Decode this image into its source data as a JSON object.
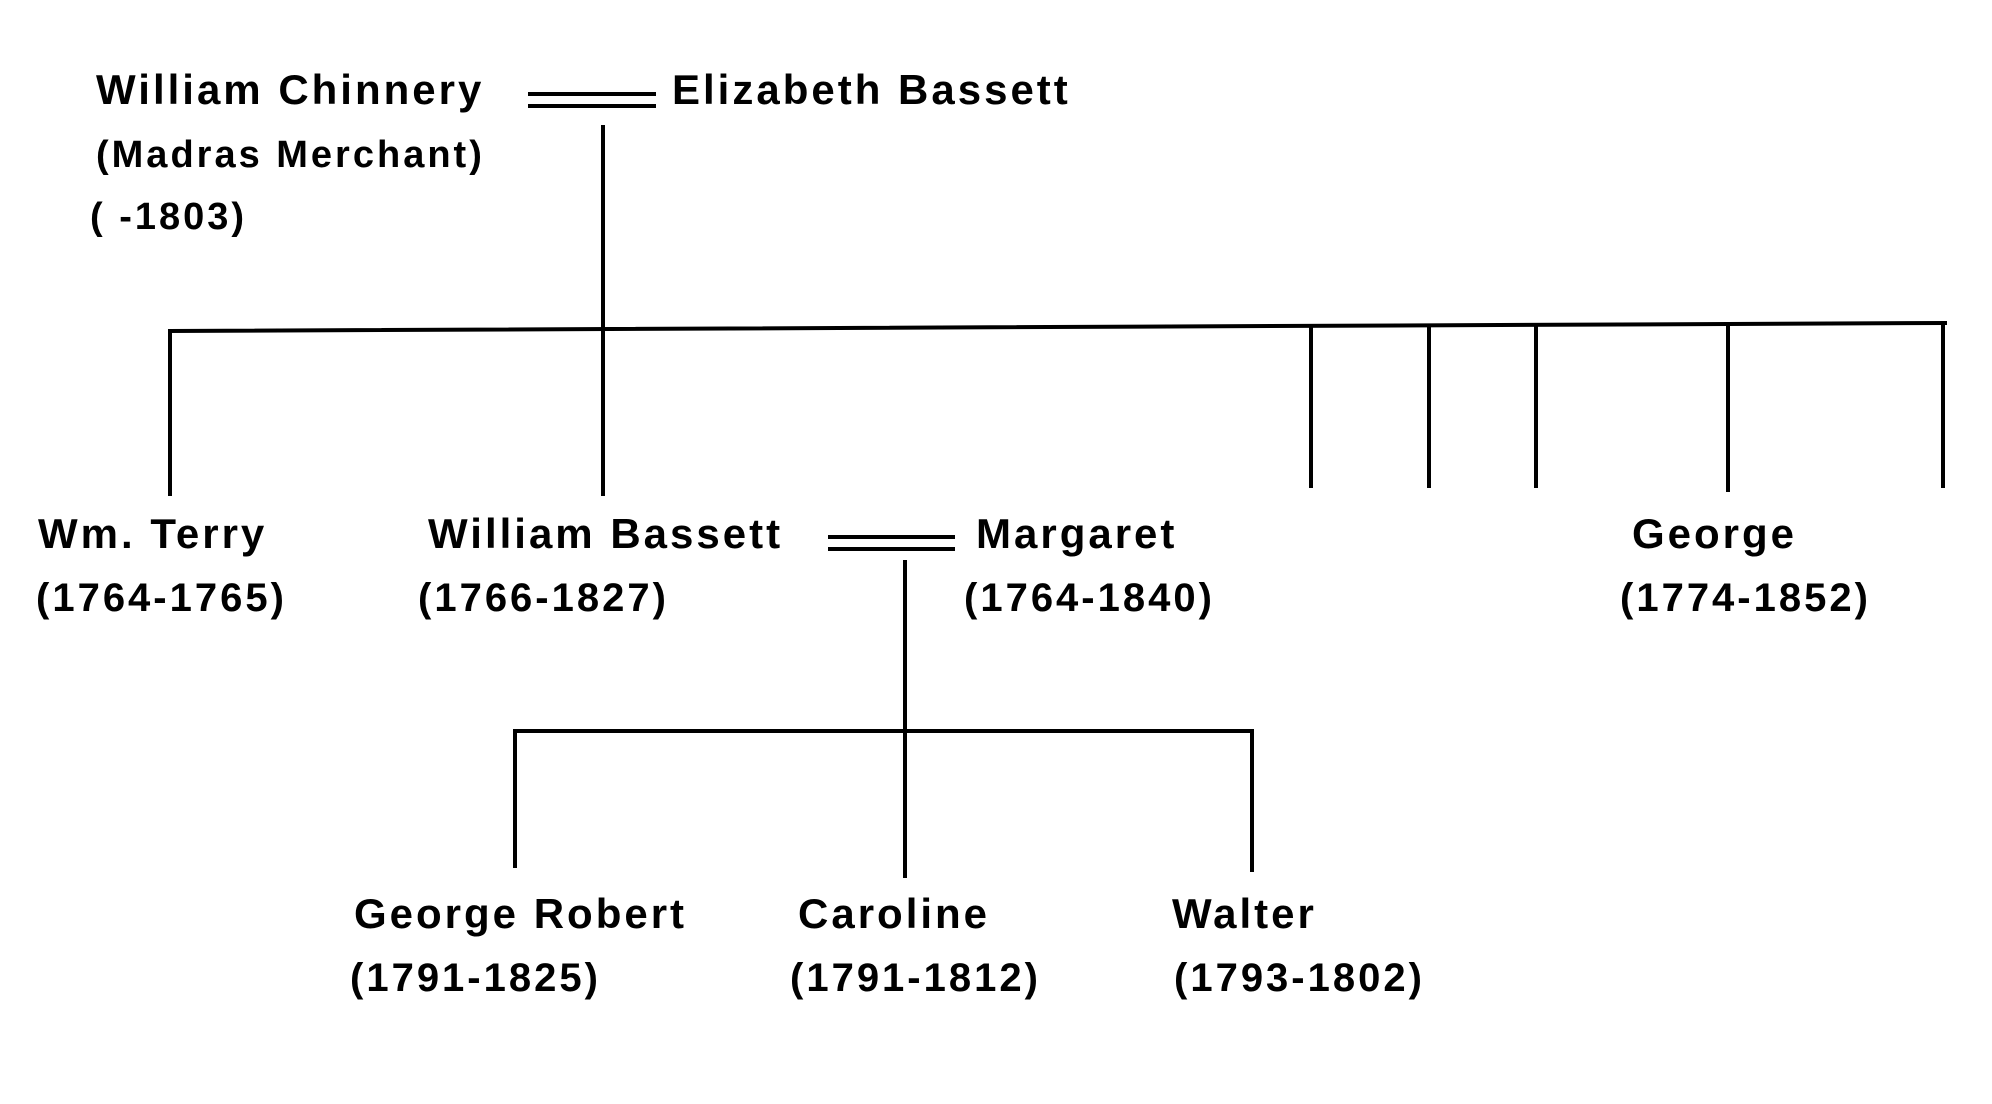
{
  "people": {
    "william_chinnery": {
      "name": "William Chinnery",
      "note": "(Madras Merchant)",
      "dates": "( -1803)"
    },
    "elizabeth_bassett": {
      "name": "Elizabeth Bassett"
    },
    "wm_terry": {
      "name": "Wm. Terry",
      "dates": "(1764-1765)"
    },
    "william_bassett": {
      "name": "William Bassett",
      "dates": "(1766-1827)"
    },
    "margaret": {
      "name": "Margaret",
      "dates": "(1764-1840)"
    },
    "george": {
      "name": "George",
      "dates": "(1774-1852)"
    },
    "george_robert": {
      "name": "George Robert",
      "dates": "(1791-1825)"
    },
    "caroline": {
      "name": "Caroline",
      "dates": "(1791-1812)"
    },
    "walter": {
      "name": "Walter",
      "dates": "(1793-1802)"
    }
  },
  "colors": {
    "ink": "#000000",
    "background": "#ffffff"
  }
}
